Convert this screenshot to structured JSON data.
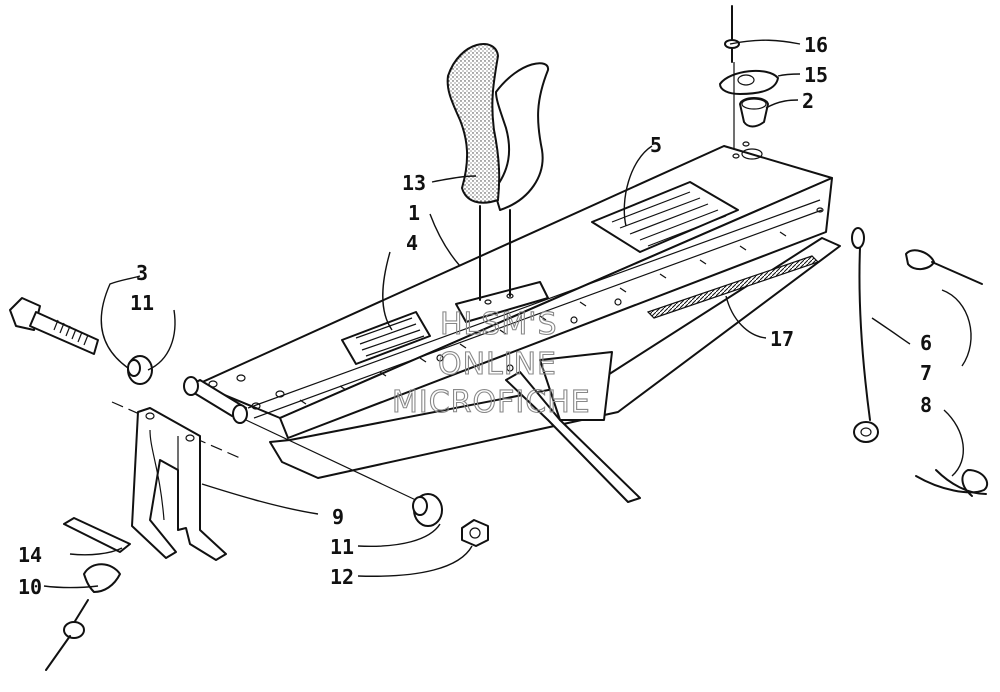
{
  "watermark": {
    "line1": "HLSM'S",
    "line2": "ONLINE",
    "line3": "MICROFICHE"
  },
  "callouts": {
    "c1": "1",
    "c2": "2",
    "c3": "3",
    "c4": "4",
    "c5": "5",
    "c6": "6",
    "c7": "7",
    "c8": "8",
    "c9": "9",
    "c10": "10",
    "c11a": "11",
    "c11b": "11",
    "c12": "12",
    "c13": "13",
    "c14": "14",
    "c15": "15",
    "c16": "16",
    "c17": "17"
  }
}
